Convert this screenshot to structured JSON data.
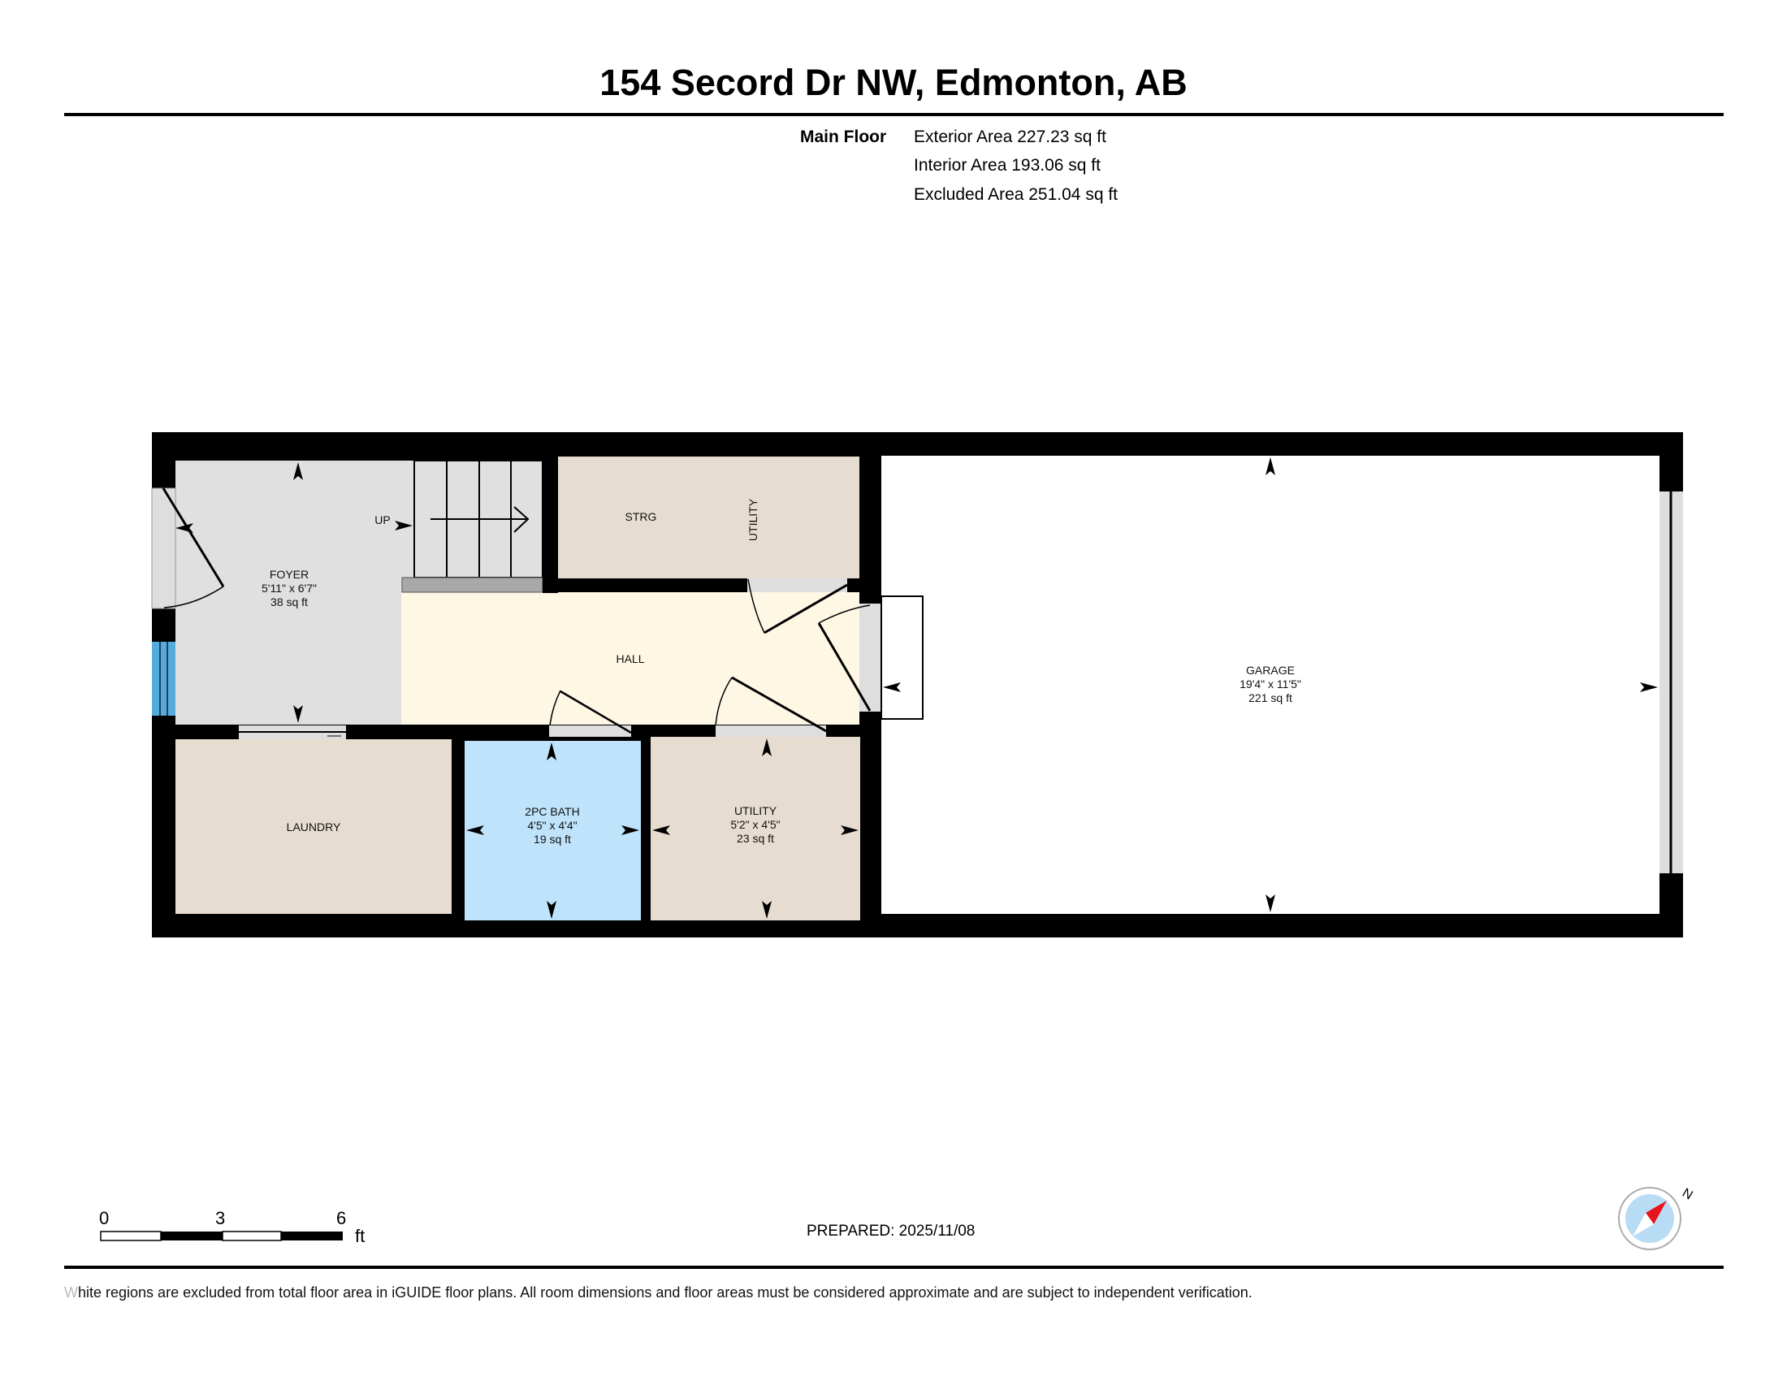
{
  "header": {
    "title": "154 Secord Dr NW, Edmonton, AB",
    "floor_label": "Main Floor",
    "areas": [
      {
        "label": "Exterior Area",
        "value": "227.23 sq ft",
        "text": "Exterior Area 227.23 sq ft"
      },
      {
        "label": "Interior Area",
        "value": "193.06 sq ft",
        "text": "Interior Area 193.06 sq ft"
      },
      {
        "label": "Excluded Area",
        "value": "251.04 sq ft",
        "text": "Excluded Area 251.04 sq ft"
      }
    ]
  },
  "rooms": {
    "foyer": {
      "name": "FOYER",
      "dims": "5'11\" x 6'7\"",
      "area": "38 sq ft"
    },
    "stairs": {
      "label": "UP"
    },
    "strg": {
      "name": "STRG"
    },
    "utility_closet": {
      "name": "UTILITY"
    },
    "hall": {
      "name": "HALL"
    },
    "laundry": {
      "name": "LAUNDRY"
    },
    "bath": {
      "name": "2PC BATH",
      "dims": "4'5\" x 4'4\"",
      "area": "19 sq ft"
    },
    "utility": {
      "name": "UTILITY",
      "dims": "5'2\" x 4'5\"",
      "area": "23 sq ft"
    },
    "garage": {
      "name": "GARAGE",
      "dims": "19'4\" x 11'5\"",
      "area": "221 sq ft"
    }
  },
  "colors": {
    "wall": "#000000",
    "foyer": "#e0e0e0",
    "hall": "#fdf7e4",
    "utility": "#e6ddd0",
    "bath": "#bfe3fb",
    "garage": "#ffffff",
    "window": "#55acdc",
    "door_opening": "#dedede",
    "railing": "#a8a8a8",
    "compass_ring": "#b9dcf5",
    "compass_needle": "#e8141b"
  },
  "scale_bar": {
    "ticks": [
      "0",
      "3",
      "6"
    ],
    "unit": "ft"
  },
  "compass": {
    "label": "N"
  },
  "footer": {
    "prepared": "PREPARED: 2025/11/08",
    "disclaimer_first": "W",
    "disclaimer_rest": "hite regions are excluded from total floor area in iGUIDE floor plans. All room dimensions and floor areas must be considered approximate and are subject to independent verification."
  }
}
